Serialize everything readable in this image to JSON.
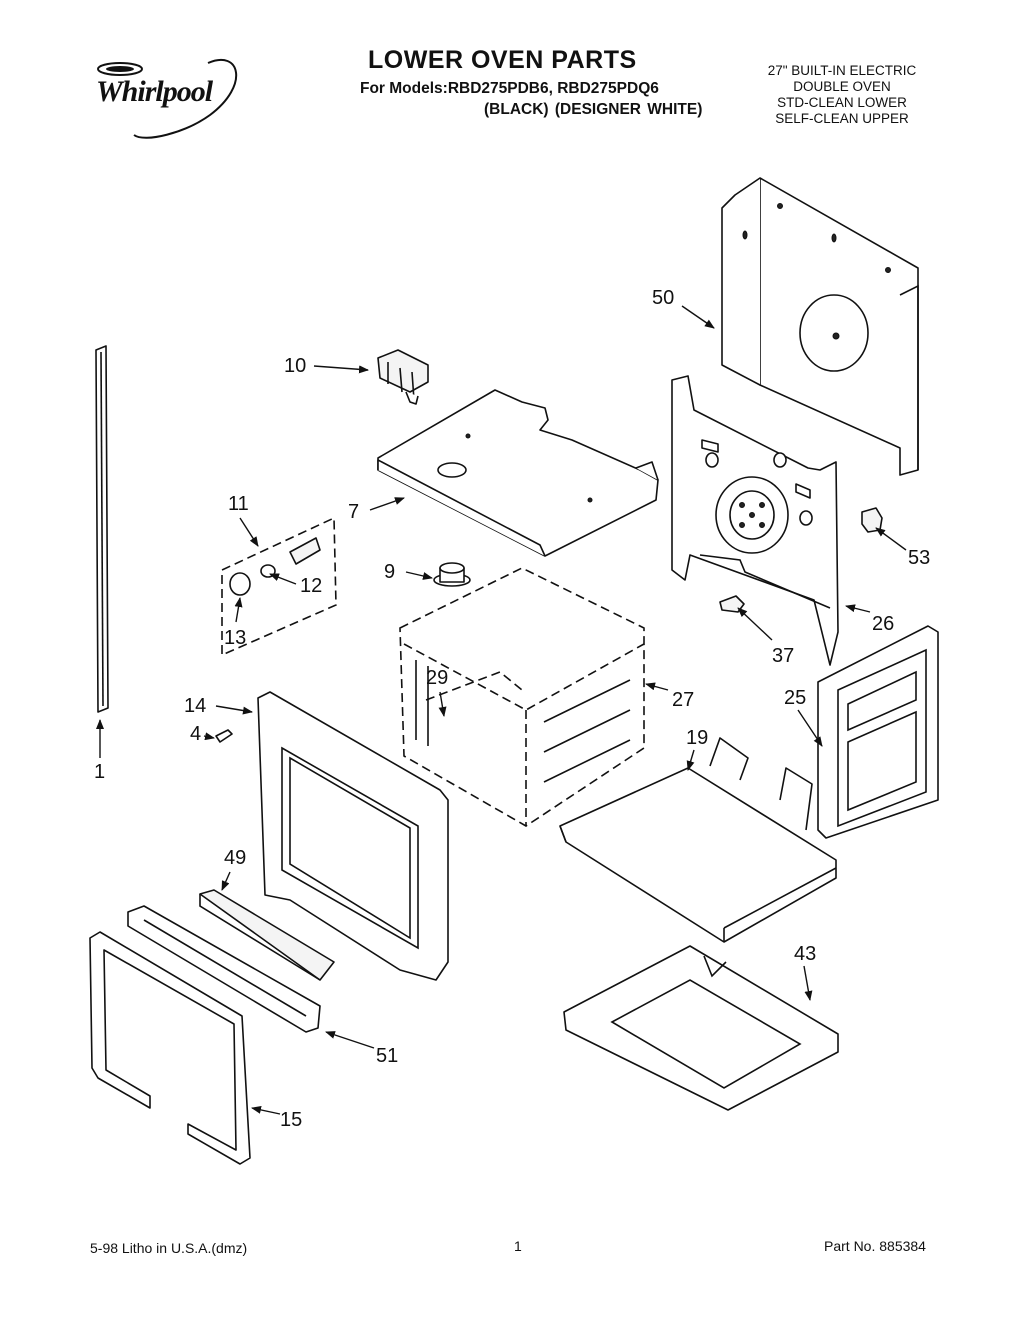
{
  "brand": {
    "logo_text": "Whirlpool"
  },
  "header": {
    "title": "LOWER OVEN PARTS",
    "models": "For Models:RBD275PDB6, RBD275PDQ6",
    "variants": "(BLACK)  (DESIGNER WHITE)"
  },
  "spec_lines": [
    "27\" BUILT-IN ELECTRIC",
    "DOUBLE OVEN",
    "STD-CLEAN LOWER",
    "SELF-CLEAN UPPER"
  ],
  "callouts": {
    "c1": "1",
    "c4": "4",
    "c7": "7",
    "c9": "9",
    "c10": "10",
    "c11": "11",
    "c12": "12",
    "c13": "13",
    "c14": "14",
    "c15": "15",
    "c19": "19",
    "c25": "25",
    "c26": "26",
    "c27": "27",
    "c29": "29",
    "c37": "37",
    "c43": "43",
    "c49": "49",
    "c50": "50",
    "c51": "51",
    "c53": "53"
  },
  "footer": {
    "left": "5-98 Litho in U.S.A.(dmz)",
    "page": "1",
    "part_no": "Part No. 885384"
  }
}
